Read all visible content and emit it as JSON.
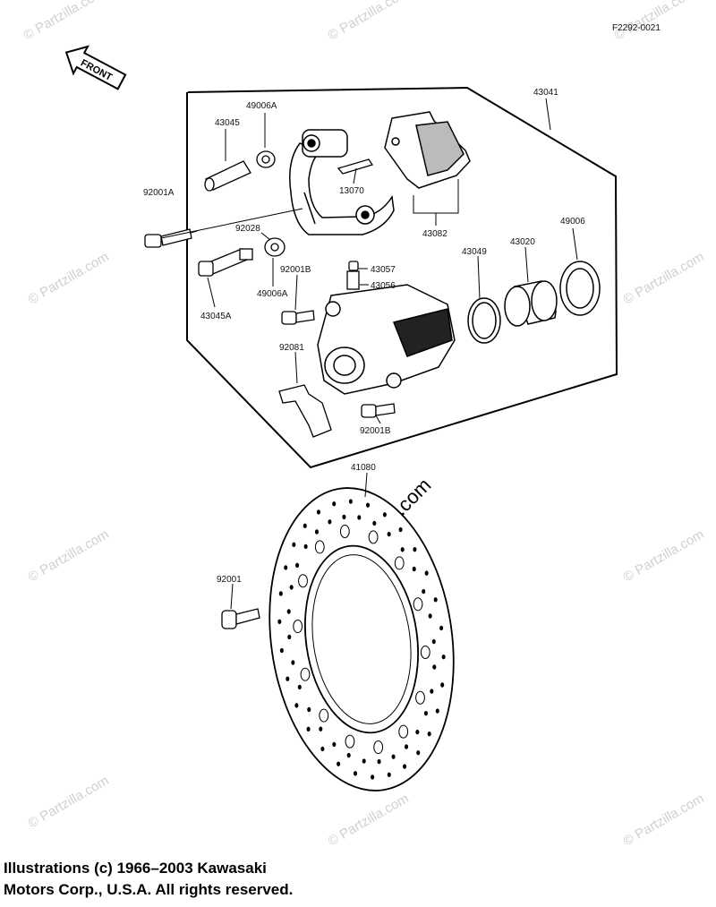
{
  "figure_code": "F2292-0021",
  "front_label": "FRONT",
  "parts": {
    "p43041": "43041",
    "p49006A_top": "49006A",
    "p43045": "43045",
    "p13070": "13070",
    "p92001A": "92001A",
    "p92028": "92028",
    "p43082": "43082",
    "p49006": "49006",
    "p43049": "43049",
    "p43020": "43020",
    "p43057": "43057",
    "p43056": "43056",
    "p92001B_top": "92001B",
    "p49006A_bot": "49006A",
    "p43045A": "43045A",
    "p92081": "92081",
    "p92001B_bot": "92001B",
    "p41080": "41080",
    "p92001": "92001"
  },
  "watermark": "© Partzilla.com",
  "copyright": {
    "line1": "Illustrations (c) 1966–2003 Kawasaki",
    "line2": "Motors Corp., U.S.A.  All rights reserved."
  }
}
